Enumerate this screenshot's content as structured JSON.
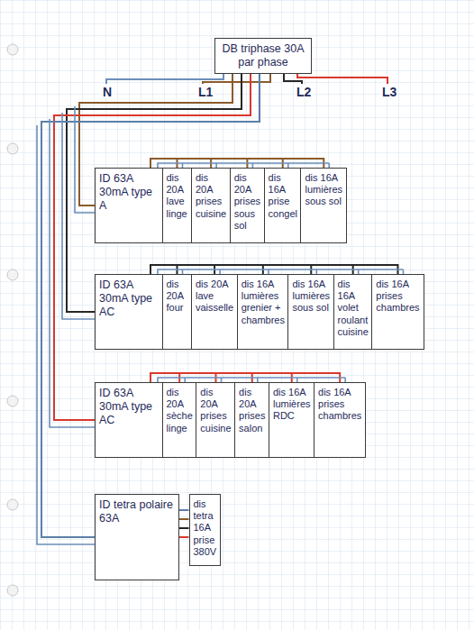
{
  "diagram": {
    "nodes": [
      {
        "text": [
          "DB triphase 30A par phase"
        ]
      },
      {
        "text": [
          "ID 63A 30mA type A"
        ]
      },
      {
        "text": [
          "dis 20A lave linge"
        ]
      },
      {
        "text": [
          "dis 20A prises cuisine"
        ]
      },
      {
        "text": [
          "dis 20A prises sous sol"
        ]
      },
      {
        "text": [
          "dis 16A prise congel"
        ]
      },
      {
        "text": [
          "dis 16A lumières sous sol"
        ]
      },
      {
        "text": [
          "ID 63A 30mA type AC"
        ]
      },
      {
        "text": [
          "dis 20A four"
        ]
      },
      {
        "text": [
          "dis 20A lave vaisselle"
        ]
      },
      {
        "text": [
          "dis 16A lumières grenier + chambres"
        ]
      },
      {
        "text": [
          "dis 16A lumières sous sol"
        ]
      },
      {
        "text": [
          "dis 16A volet roulant cuisine"
        ]
      },
      {
        "text": [
          "dis 16A prises chambres"
        ]
      },
      {
        "text": [
          "ID 63A 30mA type AC"
        ]
      },
      {
        "text": [
          "dis 20A sèche linge"
        ]
      },
      {
        "text": [
          "dis 20A prises cuisine"
        ]
      },
      {
        "text": [
          "dis 20A prises salon"
        ]
      },
      {
        "text": [
          "dis 16A lumières RDC"
        ]
      },
      {
        "text": [
          "dis 16A prises chambres"
        ]
      },
      {
        "text": [
          "ID tetra polaire 63A"
        ]
      },
      {
        "text": [
          "dis tetra 16A prise 380V"
        ]
      }
    ],
    "edges": [
      {
        "from": 0,
        "to": 1,
        "arrow": "none"
      },
      {
        "from": 0,
        "to": 7,
        "arrow": "none"
      },
      {
        "from": 0,
        "to": 14,
        "arrow": "none"
      },
      {
        "from": 0,
        "to": 20,
        "arrow": "none"
      },
      {
        "from": 1,
        "to": 2,
        "arrow": "none"
      },
      {
        "from": 1,
        "to": 3,
        "arrow": "none"
      },
      {
        "from": 1,
        "to": 4,
        "arrow": "none"
      },
      {
        "from": 1,
        "to": 5,
        "arrow": "none"
      },
      {
        "from": 1,
        "to": 6,
        "arrow": "none"
      },
      {
        "from": 7,
        "to": 8,
        "arrow": "none"
      },
      {
        "from": 7,
        "to": 9,
        "arrow": "none"
      },
      {
        "from": 7,
        "to": 10,
        "arrow": "none"
      },
      {
        "from": 7,
        "to": 11,
        "arrow": "none"
      },
      {
        "from": 7,
        "to": 12,
        "arrow": "none"
      },
      {
        "from": 7,
        "to": 13,
        "arrow": "none"
      },
      {
        "from": 14,
        "to": 15,
        "arrow": "none"
      },
      {
        "from": 14,
        "to": 16,
        "arrow": "none"
      },
      {
        "from": 14,
        "to": 17,
        "arrow": "none"
      },
      {
        "from": 14,
        "to": 18,
        "arrow": "none"
      },
      {
        "from": 14,
        "to": 19,
        "arrow": "none"
      },
      {
        "from": 20,
        "to": 21,
        "arrow": "none"
      }
    ],
    "labels": [
      "N",
      "L1",
      "L2",
      "L3"
    ]
  }
}
